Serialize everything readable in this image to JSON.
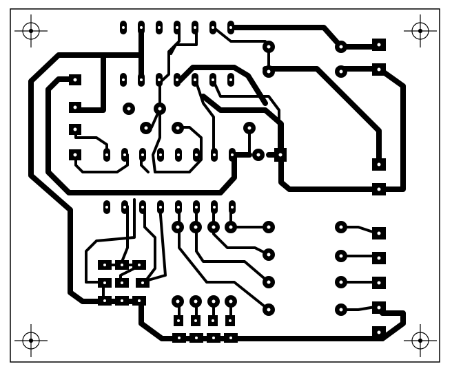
{
  "diagram": {
    "kind": "pcb-copper-layout",
    "colors": {
      "background": "#ffffff",
      "copper": "#000000",
      "outline": "#000000"
    },
    "corner_marks": [
      "top-left",
      "top-right",
      "bottom-left",
      "bottom-right"
    ],
    "icon_names": [
      "registration-mark-icon"
    ]
  }
}
